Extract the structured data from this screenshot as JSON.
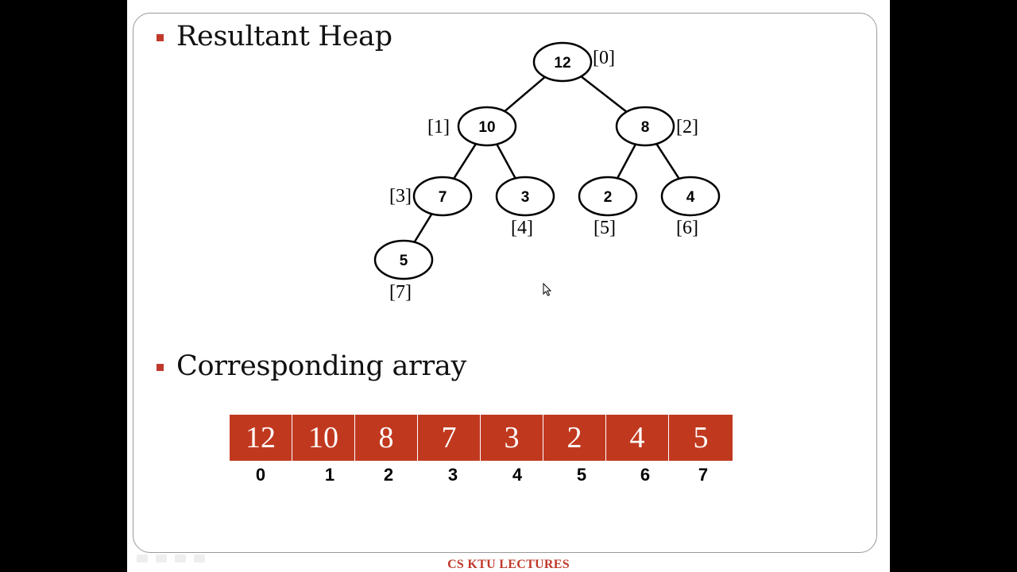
{
  "headings": {
    "resultant_heap": "Resultant Heap",
    "corresponding_array": "Corresponding array"
  },
  "tree": {
    "nodes": [
      {
        "value": "12",
        "index": "[0]"
      },
      {
        "value": "10",
        "index": "[1]"
      },
      {
        "value": "8",
        "index": "[2]"
      },
      {
        "value": "7",
        "index": "[3]"
      },
      {
        "value": "3",
        "index": "[4]"
      },
      {
        "value": "2",
        "index": "[5]"
      },
      {
        "value": "4",
        "index": "[6]"
      },
      {
        "value": "5",
        "index": "[7]"
      }
    ]
  },
  "array": {
    "values": [
      "12",
      "10",
      "8",
      "7",
      "3",
      "2",
      "4",
      "5"
    ],
    "indices": [
      "0",
      "1",
      "2",
      "3",
      "4",
      "5",
      "6",
      "7"
    ]
  },
  "footer": "CS KTU LECTURES",
  "colors": {
    "accent": "#c0392b",
    "cell_fill": "#c0391f",
    "background": "#000000"
  },
  "icons": {
    "cursor": "mouse-pointer-icon"
  }
}
